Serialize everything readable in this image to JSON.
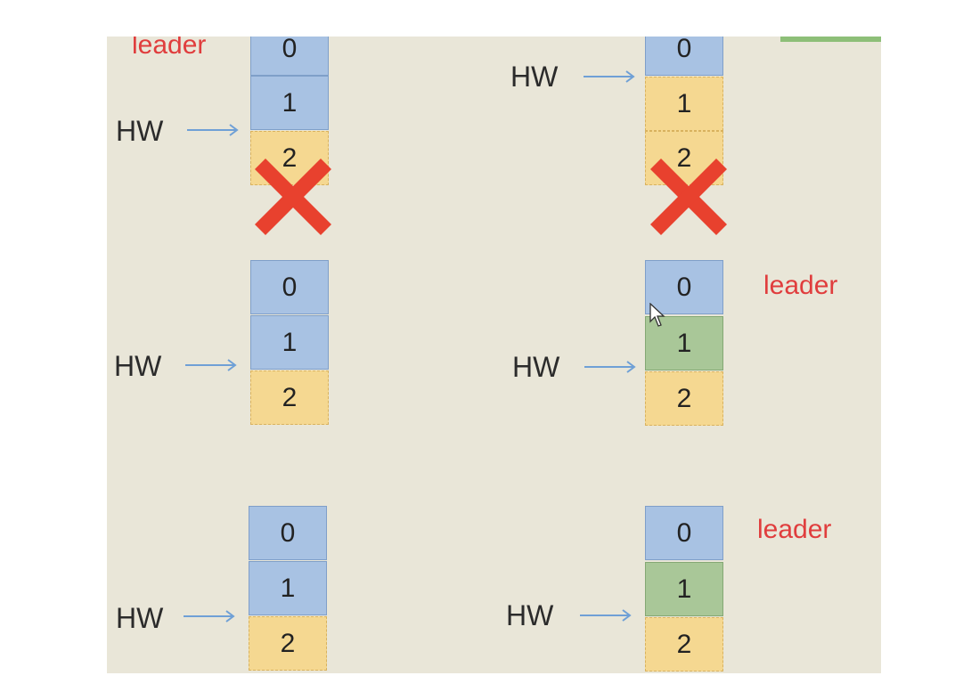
{
  "stacks": [
    {
      "id": "top-left",
      "leader": "leader",
      "hw": "HW",
      "crossed": true,
      "cells": [
        {
          "label": "0",
          "state": "blue"
        },
        {
          "label": "1",
          "state": "blue"
        },
        {
          "label": "2",
          "state": "orange"
        }
      ]
    },
    {
      "id": "top-right",
      "leader": "",
      "hw": "HW",
      "crossed": true,
      "cells": [
        {
          "label": "0",
          "state": "blue"
        },
        {
          "label": "1",
          "state": "orange"
        },
        {
          "label": "2",
          "state": "orange"
        }
      ]
    },
    {
      "id": "mid-left",
      "leader": "",
      "hw": "HW",
      "crossed": false,
      "cells": [
        {
          "label": "0",
          "state": "blue"
        },
        {
          "label": "1",
          "state": "blue"
        },
        {
          "label": "2",
          "state": "orange"
        }
      ]
    },
    {
      "id": "mid-right",
      "leader": "leader",
      "hw": "HW",
      "crossed": false,
      "cells": [
        {
          "label": "0",
          "state": "blue"
        },
        {
          "label": "1",
          "state": "green"
        },
        {
          "label": "2",
          "state": "orange"
        }
      ]
    },
    {
      "id": "bot-left",
      "leader": "",
      "hw": "HW",
      "crossed": false,
      "cells": [
        {
          "label": "0",
          "state": "blue"
        },
        {
          "label": "1",
          "state": "blue"
        },
        {
          "label": "2",
          "state": "orange"
        }
      ]
    },
    {
      "id": "bot-right",
      "leader": "leader",
      "hw": "HW",
      "crossed": false,
      "cells": [
        {
          "label": "0",
          "state": "blue"
        },
        {
          "label": "1",
          "state": "green"
        },
        {
          "label": "2",
          "state": "orange"
        }
      ]
    }
  ],
  "colors": {
    "canvas_bg": "#e9e6d8",
    "committed_blue": "#a8c2e3",
    "replicated_green": "#a9c798",
    "uncommitted_orange": "#f5d891",
    "leader_red": "#e03d3d",
    "arrow_blue": "#6fa0d6",
    "cross_red": "#e8412e"
  }
}
